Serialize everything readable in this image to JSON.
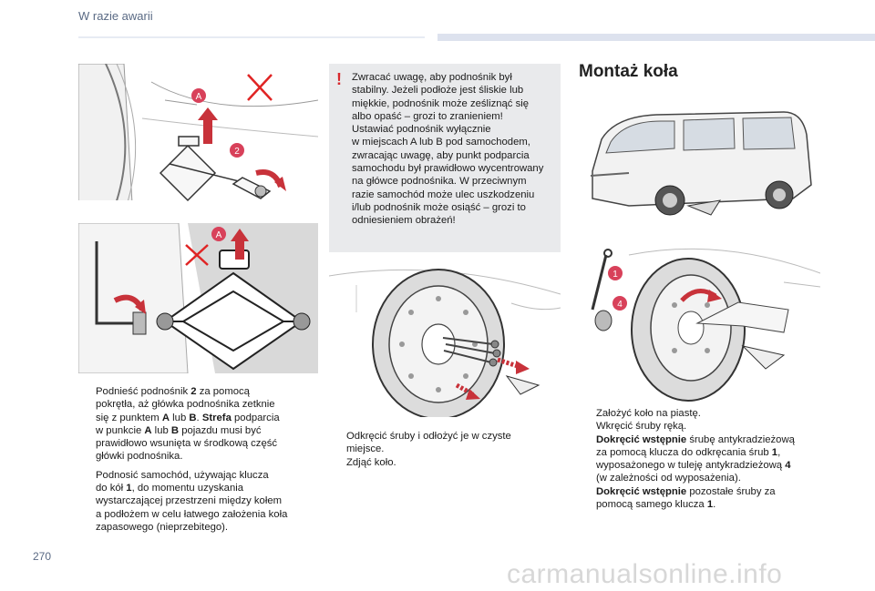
{
  "header": {
    "section": "W razie awarii"
  },
  "page_number": "270",
  "watermark": "carmanualsonline.info",
  "warning": {
    "mark": "!",
    "lines": [
      "Zwracać uwagę, aby podnośnik był",
      "stabilny. Jeżeli podłoże jest śliskie lub",
      "miękkie, podnośnik może ześliznąć się",
      "albo opaść – grozi to zranieniem!",
      "Ustawiać podnośnik wyłącznie",
      "w miejscach A lub B pod samochodem,",
      "zwracając uwagę, aby punkt podparcia",
      "samochodu był prawidłowo wycentrowany",
      "na główce podnośnika. W przeciwnym",
      "razie samochód może ulec uszkodzeniu",
      "i/lub podnośnik może osiąść – grozi to",
      "odniesieniem obrażeń!"
    ]
  },
  "section_title": "Montaż koła",
  "col1": {
    "bullet": "",
    "item1": {
      "l1a": "Podnieść podnośnik ",
      "l1b": "2",
      "l1c": " za pomocą",
      "l2": "pokrętła, aż główka podnośnika zetknie",
      "l3a": "się z punktem ",
      "l3b": "A",
      "l3c": " lub ",
      "l3d": "B",
      "l3e": ". ",
      "l3f": "Strefa",
      "l3g": " podparcia",
      "l4a": "w punkcie ",
      "l4b": "A",
      "l4c": " lub ",
      "l4d": "B",
      "l4e": " pojazdu musi być",
      "l5": "prawidłowo wsunięta w środkową część",
      "l6": "główki podnośnika."
    },
    "item2": {
      "l1": "Podnosić samochód, używając klucza",
      "l2a": "do kół ",
      "l2b": "1",
      "l2c": ", do momentu uzyskania",
      "l3": "wystarczającej przestrzeni między kołem",
      "l4": "a podłożem w celu łatwego założenia koła",
      "l5": "zapasowego (nieprzebitego)."
    }
  },
  "col2": {
    "item1": {
      "l1": "Odkręcić śruby i odłożyć je w czyste",
      "l2": "miejsce."
    },
    "item2": {
      "l1": "Zdjąć koło."
    }
  },
  "col3": {
    "item1": "Założyć koło na piastę.",
    "item2": "Wkręcić śruby ręką.",
    "item3": {
      "l1a": "Dokręcić wstępnie",
      "l1b": " śrubę antykradzieżową",
      "l2a": "za pomocą klucza do odkręcania śrub ",
      "l2b": "1",
      "l2c": ",",
      "l3a": "wyposażonego w tuleję antykradzieżową ",
      "l3b": "4",
      "l4": "(w zależności od wyposażenia)."
    },
    "item4": {
      "l1a": "Dokręcić wstępnie",
      "l1b": " pozostałe śruby za",
      "l2a": "pomocą samego klucza ",
      "l2b": "1",
      "l2c": "."
    }
  },
  "figures": {
    "fig1_labels": [
      "A",
      "2"
    ],
    "fig2_labels": [
      "A"
    ],
    "fig4_labels": [
      "1",
      "4"
    ]
  },
  "colors": {
    "marker": "#d8415a",
    "cross": "#e02424",
    "arrow": "#c8323a",
    "grey_panel": "#e9eaec"
  }
}
